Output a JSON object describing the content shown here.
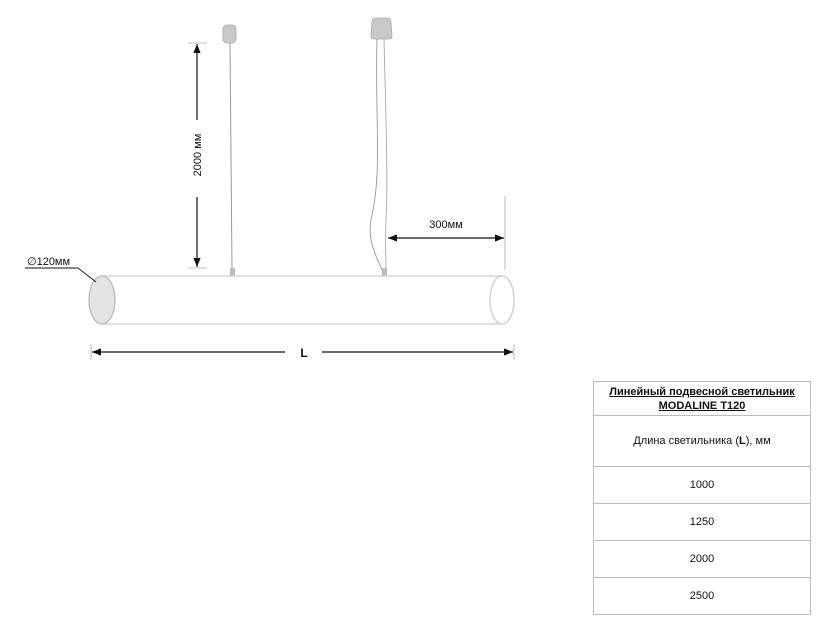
{
  "drawing": {
    "diameter_label": "∅120мм",
    "height_label": "2000 мм",
    "suspension_offset_label": "300мм",
    "length_label": "L"
  },
  "table": {
    "title_line1": "Линейный подвесной светильник",
    "title_line2": "MODALINE T120",
    "header_prefix": "Длина светильника (",
    "header_bold": "L",
    "header_suffix": "), мм",
    "lengths": [
      "1000",
      "1250",
      "2000",
      "2500"
    ]
  }
}
